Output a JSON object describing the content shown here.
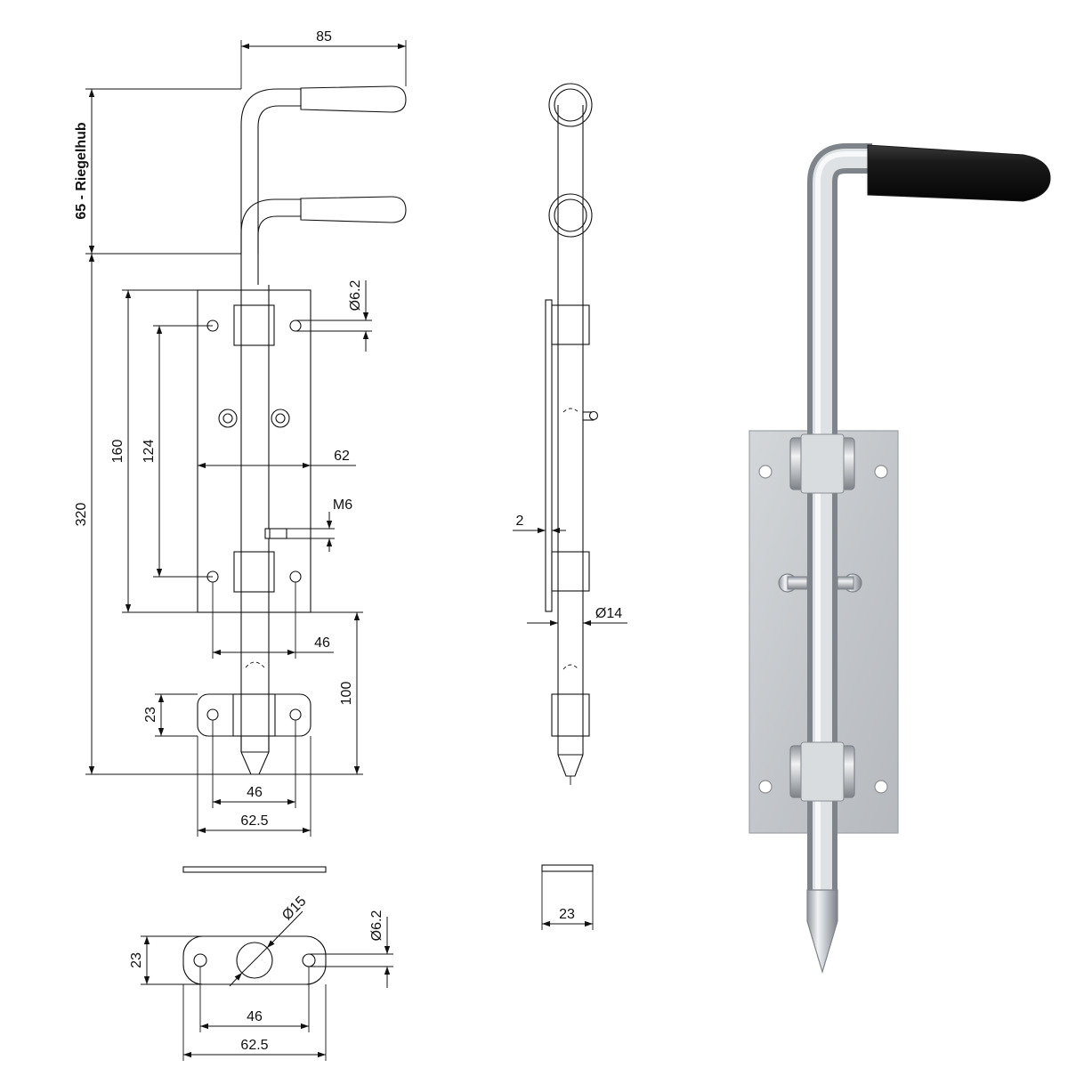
{
  "front_view": {
    "width_handle": "85",
    "stroke_label": "65 - Riegelhub",
    "total_length": "320",
    "plate_length": "160",
    "hole_spacing_vertical": "124",
    "hole_diameter": "Ø6.2",
    "plate_width": "62",
    "thread": "M6",
    "hole_spacing_horizontal": "46",
    "keeper_length": "100",
    "keeper_height": "23",
    "keeper_hole_spacing": "46",
    "keeper_width": "62.5"
  },
  "side_view": {
    "plate_thickness": "2",
    "bolt_diameter": "Ø14",
    "keeper_depth": "23"
  },
  "keeper_view": {
    "bore_diameter": "Ø15",
    "hole_diameter": "Ø6.2",
    "height": "23",
    "hole_spacing": "46",
    "width": "62.5"
  },
  "photo": {
    "handle_color": "#1a1a1a",
    "metal_color": "#c9ccd0"
  }
}
